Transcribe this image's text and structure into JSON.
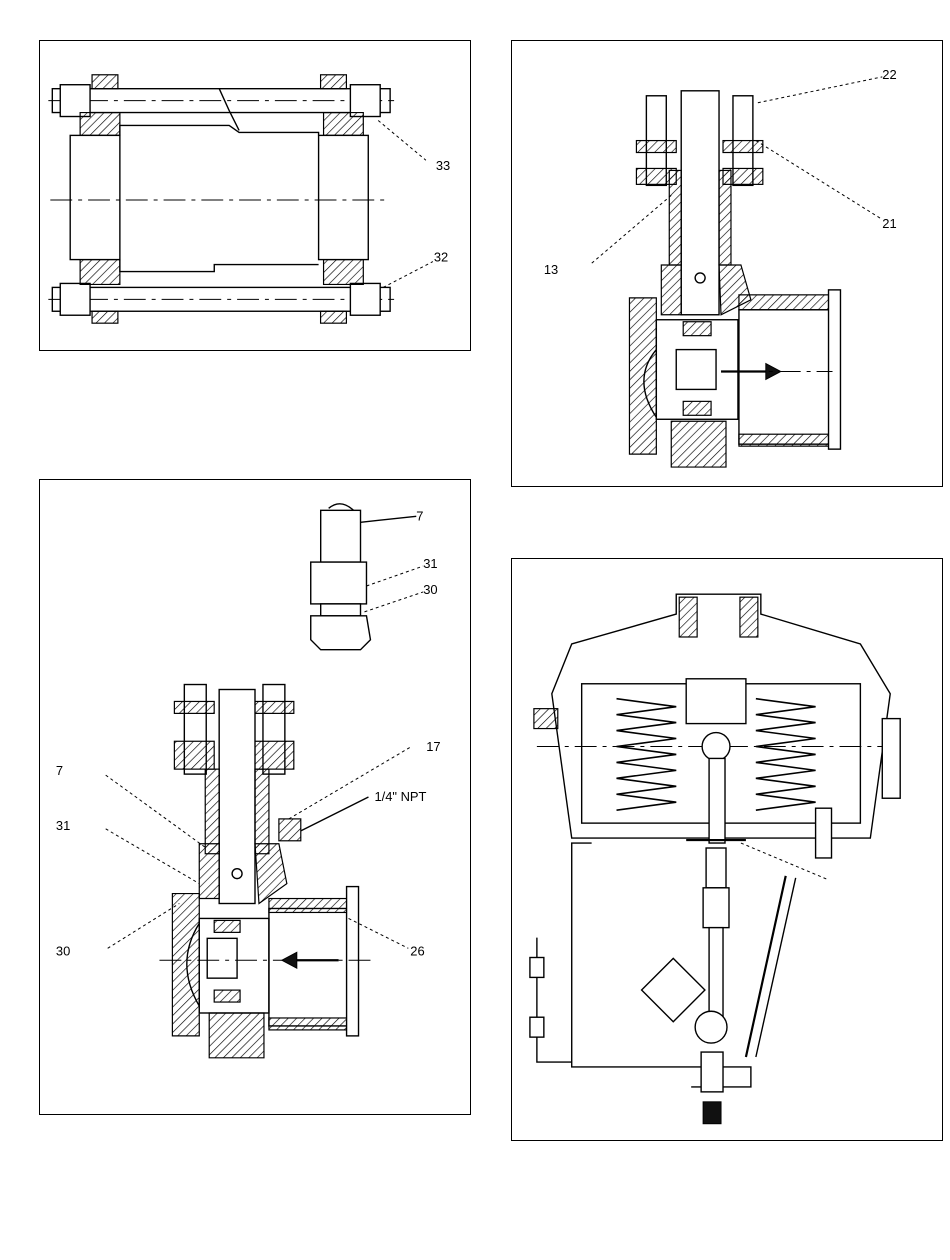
{
  "panels": {
    "top_left": {
      "callouts": [
        "33",
        "32"
      ]
    },
    "top_right": {
      "callouts": [
        "22",
        "21",
        "13"
      ]
    },
    "bottom_left": {
      "callouts": [
        "7",
        "31",
        "30",
        "17",
        "1/4\" NPT",
        "7",
        "31",
        "30",
        "26"
      ]
    },
    "bottom_right": {
      "callouts": []
    }
  },
  "colors": {
    "line": "#000000",
    "background": "#ffffff"
  }
}
